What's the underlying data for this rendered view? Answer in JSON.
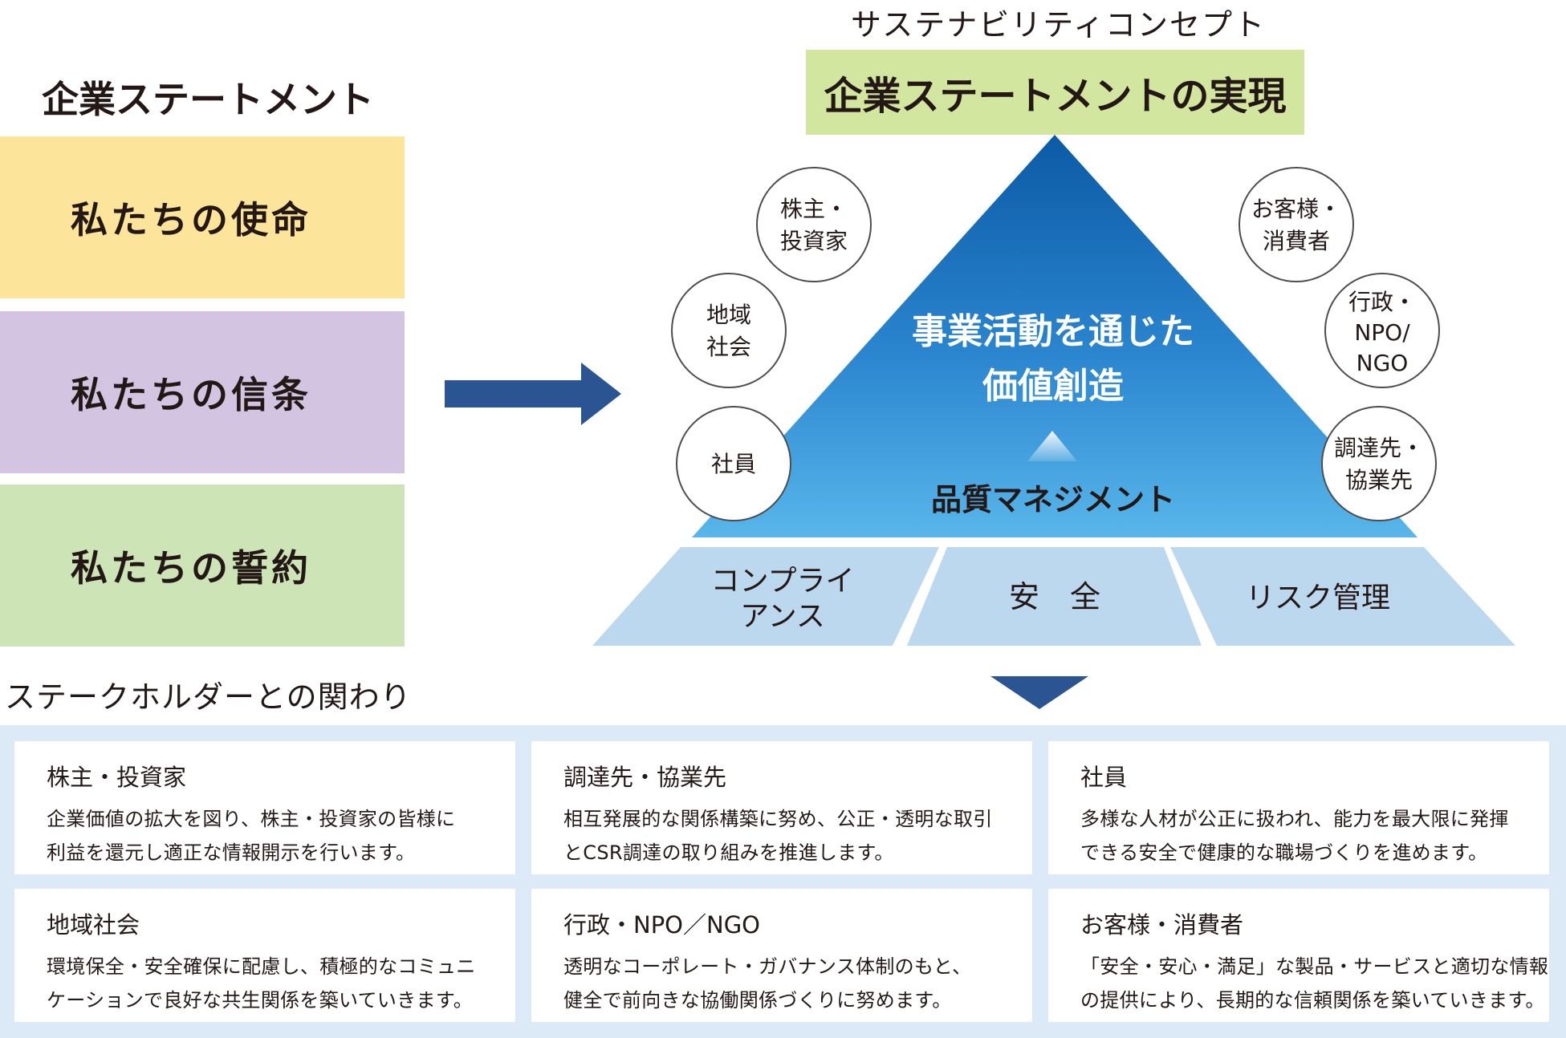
{
  "statement": {
    "heading": "企業ステートメント",
    "items": [
      {
        "label": "私たちの使命",
        "color": "#fce59a"
      },
      {
        "label": "私たちの信条",
        "color": "#d3c5e2"
      },
      {
        "label": "私たちの誓約",
        "color": "#cde4b7"
      }
    ]
  },
  "concept": {
    "title": "サステナビリティコンセプト",
    "realization": "企業ステートメントの実現",
    "pyramid_line1": "事業活動を通じた",
    "pyramid_line2": "価値創造",
    "quality": "品質マネジメント",
    "pillars": [
      {
        "lines": [
          "コンプライ",
          "アンス"
        ]
      },
      {
        "lines": [
          "安　全"
        ]
      },
      {
        "lines": [
          "リスク管理"
        ]
      }
    ],
    "stakeholder_circles": [
      {
        "lines": [
          "株主・",
          "投資家"
        ]
      },
      {
        "lines": [
          "地域",
          "社会"
        ]
      },
      {
        "lines": [
          "社員"
        ]
      },
      {
        "lines": [
          "お客様・",
          "消費者"
        ]
      },
      {
        "lines": [
          "行政・",
          "NPO/",
          "NGO"
        ]
      },
      {
        "lines": [
          "調達先・",
          "協業先"
        ]
      }
    ]
  },
  "stakeholders": {
    "heading": "ステークホルダーとの関わり",
    "cards": [
      {
        "title": "株主・投資家",
        "lines": [
          "企業価値の拡大を図り、株主・投資家の皆様に",
          "利益を還元し適正な情報開示を行います。"
        ]
      },
      {
        "title": "調達先・協業先",
        "lines": [
          "相互発展的な関係構築に努め、公正・透明な取引",
          "とCSR調達の取り組みを推進します。"
        ]
      },
      {
        "title": "社員",
        "lines": [
          "多様な人材が公正に扱われ、能力を最大限に発揮",
          "できる安全で健康的な職場づくりを進めます。"
        ]
      },
      {
        "title": "地域社会",
        "lines": [
          "環境保全・安全確保に配慮し、積極的なコミュニ",
          "ケーションで良好な共生関係を築いていきます。"
        ]
      },
      {
        "title": "行政・NPO／NGO",
        "lines": [
          "透明なコーポレート・ガバナンス体制のもと、",
          "健全で前向きな協働関係づくりに努めます。"
        ]
      },
      {
        "title": "お客様・消費者",
        "lines": [
          "「安全・安心・満足」な製品・サービスと適切な情報",
          "の提供により、長期的な信頼関係を築いていきます。"
        ]
      }
    ]
  }
}
